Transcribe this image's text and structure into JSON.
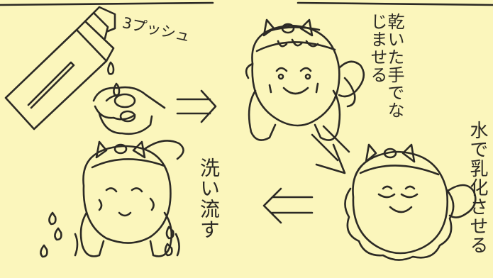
{
  "illustration": {
    "pump_label": "3プッシュ",
    "step_dry_hands": "乾いた手でなじませる",
    "step_emulsify": "水で乳化させる",
    "step_rinse": "洗い流す"
  },
  "colors": {
    "background": "#fbf6bc",
    "ink": "#2c2a25"
  }
}
